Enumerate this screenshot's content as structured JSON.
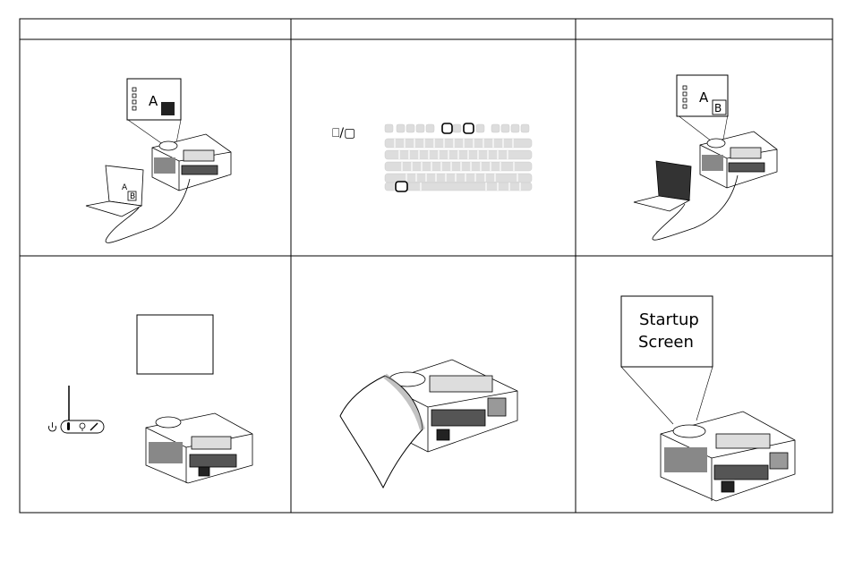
{
  "table": {
    "header_cells": [
      "",
      "",
      ""
    ]
  },
  "panels": {
    "laptop_mirror": {
      "screen_letter": "A",
      "laptop_letter_a": "A",
      "laptop_letter_b": "B"
    },
    "keyboard": {
      "display_toggle_symbol": "⎕/▢"
    },
    "laptop_external": {
      "screen_letter_a": "A",
      "screen_letter_b": "B"
    },
    "startup": {
      "screen_line1": "Startup",
      "screen_line2": "Screen"
    }
  }
}
